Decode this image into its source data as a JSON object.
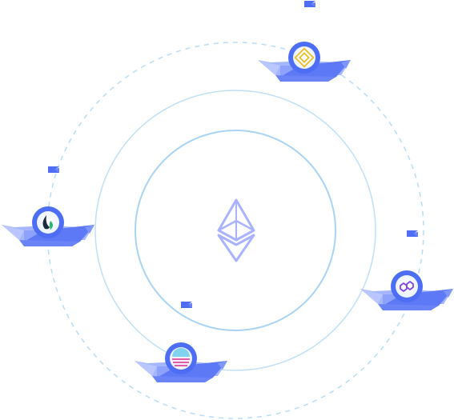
{
  "colors": {
    "background": "#ffffff",
    "orbit_dashed": "#b9ddf6",
    "ring_outer": "#bfe0f7",
    "ring_inner": "#a9d4f5",
    "eth_logo": "#a9b3ff",
    "boat_light": "#a5b6ff",
    "boat_mid": "#7f97fb",
    "boat_dark": "#5e79f5",
    "flag": "#4f6df2",
    "coin_ring": "#4d6ef4"
  },
  "center_icon": "ethereum-icon",
  "boats": [
    {
      "id": "bnb",
      "coin_icon": "bnb-icon",
      "coin_color": "#f0b90b"
    },
    {
      "id": "heco",
      "coin_icon": "heco-icon",
      "coin_color": "#1c2a3a"
    },
    {
      "id": "polygon",
      "coin_icon": "polygon-icon",
      "coin_color": "#8247e5"
    },
    {
      "id": "osmosis",
      "coin_icon": "osmosis-icon",
      "coin_color": "#e05ba8"
    }
  ],
  "flags_count": 4
}
